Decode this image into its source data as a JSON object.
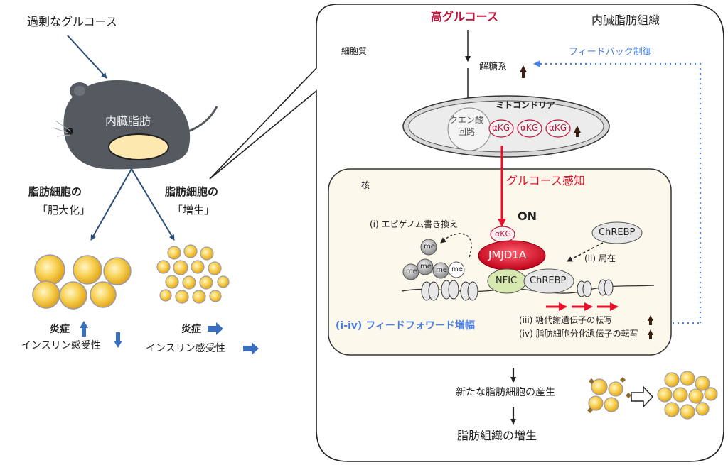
{
  "left": {
    "excess_glucose": "過剰なグルコース",
    "mouse_label": "内臓脂肪",
    "branch_left_line1": "脂肪細胞の",
    "branch_left_line2": "「肥大化」",
    "branch_right_line1": "脂肪細胞の",
    "branch_right_line2": "「増生」",
    "inflammation": "炎症",
    "insulin": "インスリン感受性"
  },
  "right": {
    "high_glucose": "高グルコース",
    "tissue_title": "内臓脂肪組織",
    "cytoplasm": "細胞質",
    "glycolysis": "解糖系",
    "feedback": "フィードバック制御",
    "mitochondria": "ミトコンドリア",
    "tca_line1": "クエン酸",
    "tca_line2": "回路",
    "akg": "αKG",
    "nucleus": "核",
    "glucose_sensing": "グルコース感知",
    "on": "ON",
    "epigenome": "(i) エピゲノム書き換え",
    "me": "me",
    "jmjd1a": "JMJD1A",
    "chrebp": "ChREBP",
    "localization": "(ii) 局在",
    "nfic": "NFIC",
    "feedforward": "(i-iv) フィードフォワード増幅",
    "glucose_metab_genes": "(iii) 糖代謝遺伝子の転写",
    "adipocyte_diff_genes": "(iv) 脂肪細胞分化遺伝子の転写",
    "new_adipocytes": "新たな脂肪細胞の産生",
    "hyperplasia": "脂肪組織の増生"
  },
  "colors": {
    "accent_red": "#c0143c",
    "arrow_red": "#e8102a",
    "arrow_blue": "#3a6fbe",
    "feedback_blue": "#4a7fe0",
    "mouse_gray": "#555a60",
    "cell_yellow": "#f5c842"
  }
}
